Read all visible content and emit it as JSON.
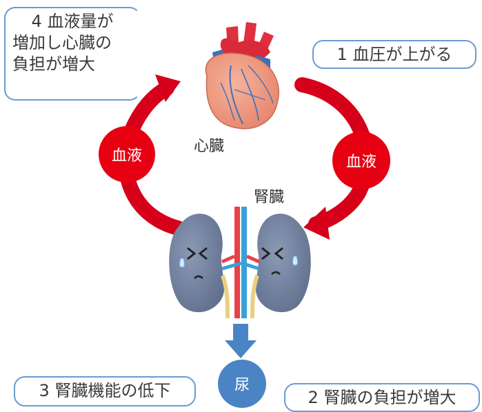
{
  "notes": {
    "step1": "1 血圧が上がる",
    "step2": "2 腎臓の負担が増大",
    "step3": "3 腎臓機能の低下",
    "step4_lines": [
      "4 血液量が",
      "増加し心臓の",
      "負担が増大"
    ]
  },
  "labels": {
    "heart": "心臓",
    "kidney": "腎臓",
    "blood_left": "血液",
    "blood_right": "血液",
    "urine": "尿"
  },
  "colors": {
    "box_border": "#6a9bd1",
    "blood_red": "#e60012",
    "arrow_red": "#d7001a",
    "urine_blue": "#4a84c4",
    "kidney_gray": "#6f7f9a"
  }
}
